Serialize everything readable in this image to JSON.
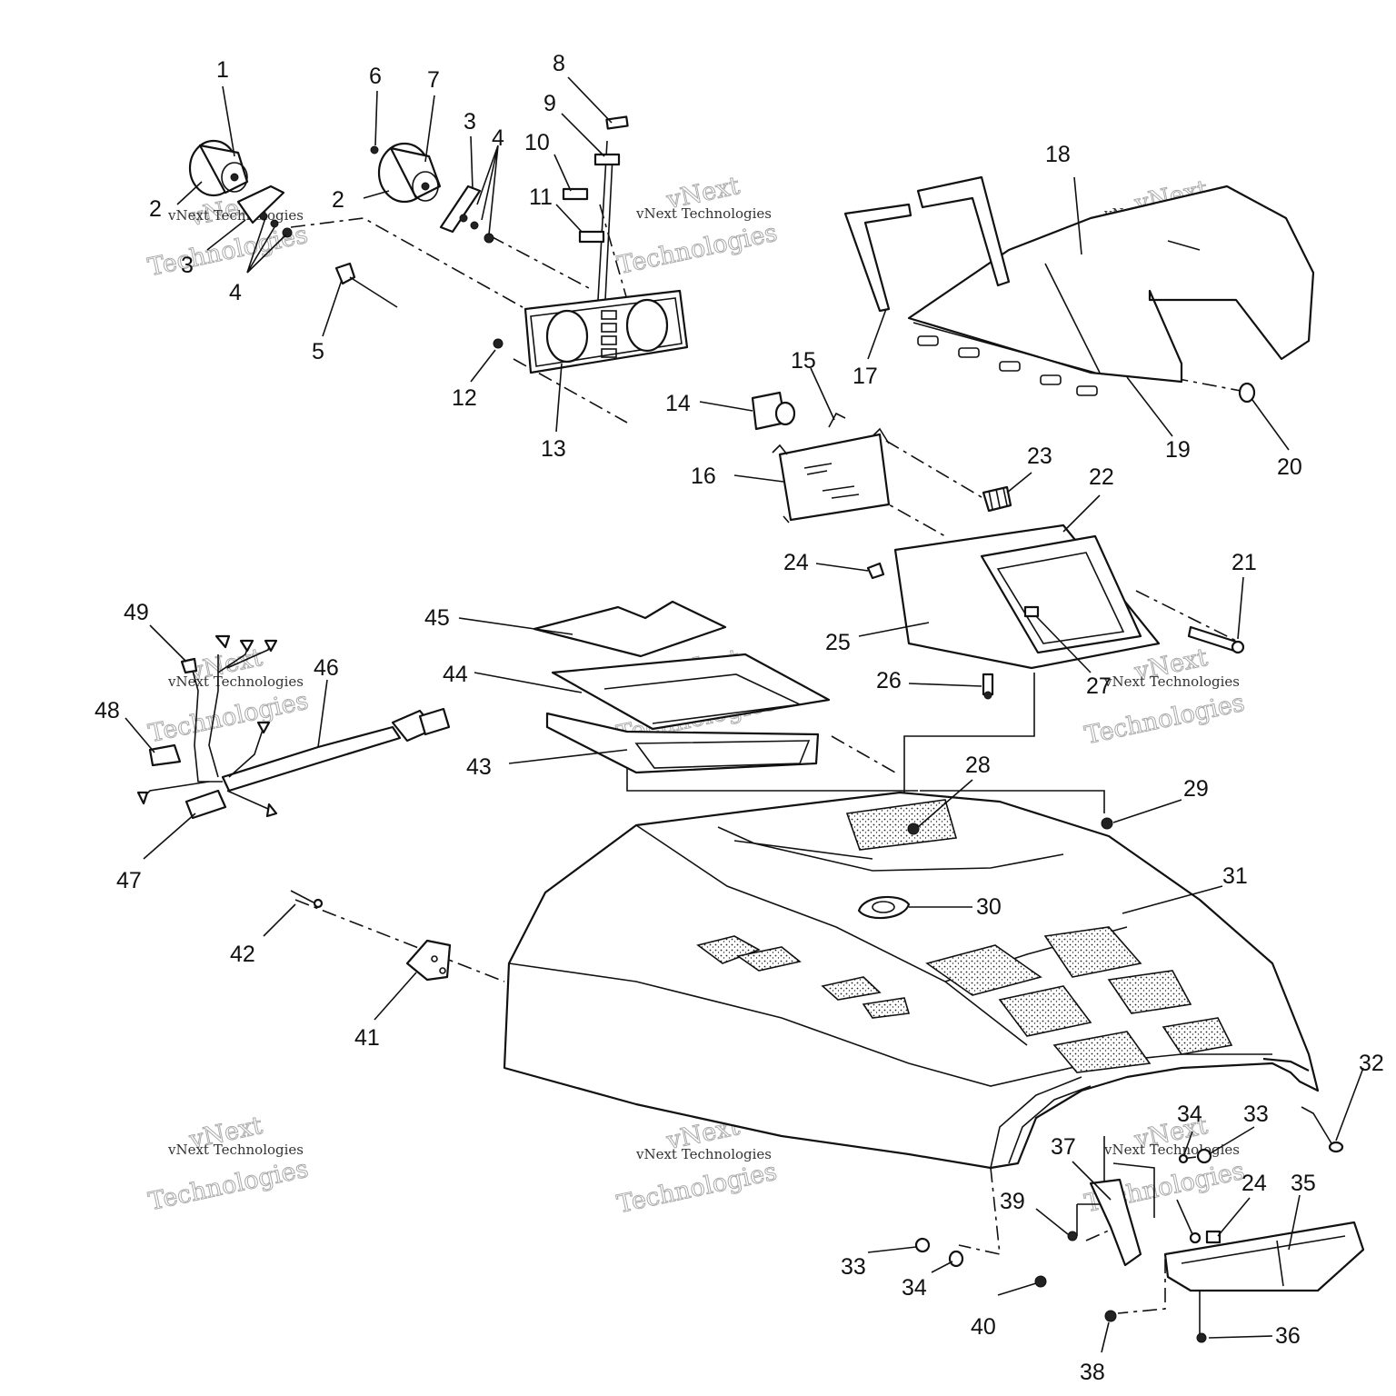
{
  "callouts": [
    {
      "label": "1"
    },
    {
      "label": "2"
    },
    {
      "label": "3"
    },
    {
      "label": "4"
    },
    {
      "label": "5"
    },
    {
      "label": "2"
    },
    {
      "label": "3"
    },
    {
      "label": "4"
    },
    {
      "label": "6"
    },
    {
      "label": "7"
    },
    {
      "label": "8"
    },
    {
      "label": "9"
    },
    {
      "label": "10"
    },
    {
      "label": "11"
    },
    {
      "label": "12"
    },
    {
      "label": "13"
    },
    {
      "label": "14"
    },
    {
      "label": "15"
    },
    {
      "label": "16"
    },
    {
      "label": "17"
    },
    {
      "label": "18"
    },
    {
      "label": "19"
    },
    {
      "label": "20"
    },
    {
      "label": "21"
    },
    {
      "label": "22"
    },
    {
      "label": "23"
    },
    {
      "label": "24"
    },
    {
      "label": "25"
    },
    {
      "label": "26"
    },
    {
      "label": "27"
    },
    {
      "label": "28"
    },
    {
      "label": "29"
    },
    {
      "label": "30"
    },
    {
      "label": "31"
    },
    {
      "label": "32"
    },
    {
      "label": "33"
    },
    {
      "label": "34"
    },
    {
      "label": "35"
    },
    {
      "label": "24"
    },
    {
      "label": "36"
    },
    {
      "label": "37"
    },
    {
      "label": "38"
    },
    {
      "label": "39"
    },
    {
      "label": "40"
    },
    {
      "label": "33"
    },
    {
      "label": "34"
    },
    {
      "label": "41"
    },
    {
      "label": "42"
    },
    {
      "label": "43"
    },
    {
      "label": "44"
    },
    {
      "label": "45"
    },
    {
      "label": "46"
    },
    {
      "label": "47"
    },
    {
      "label": "48"
    },
    {
      "label": "49"
    }
  ],
  "watermark": {
    "line1": "vNext",
    "line2": "vNext Technologies",
    "line3": "Technologies"
  }
}
